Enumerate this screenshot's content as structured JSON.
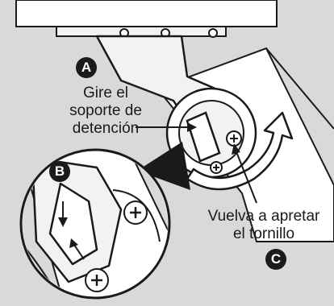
{
  "badges": {
    "a": "A",
    "b": "B",
    "c": "C"
  },
  "labels": {
    "gire_line1": "Gire el",
    "gire_line2": "soporte de",
    "gire_line3": "detención",
    "vuelva_line1": "Vuelva a apretar",
    "vuelva_line2": "el tornillo"
  },
  "colors": {
    "background": "#ffffff",
    "shade": "#d9d9d9",
    "line": "#1a1a1a",
    "part_fill": "#f2f2f2"
  },
  "icons": {
    "rotation_arrow": "curved-arrow-icon",
    "screw": "phillips-screw-icon"
  }
}
